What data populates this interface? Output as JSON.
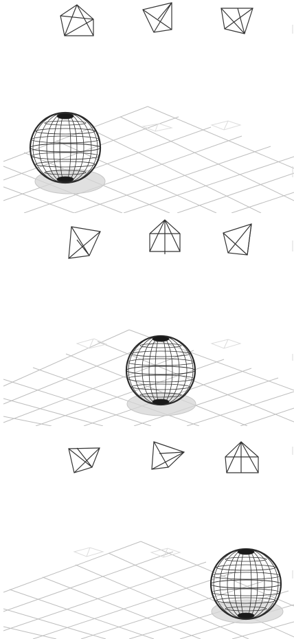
{
  "scene_panels": [
    {
      "id": "panel-1",
      "cameras": [
        "pyramid-camera",
        "pyramid-camera",
        "pyramid-camera"
      ],
      "sphere_position": "left",
      "sphere_style": "wireframe",
      "grid": true
    },
    {
      "id": "panel-2",
      "cameras": [
        "pyramid-camera",
        "pyramid-camera",
        "pyramid-camera"
      ],
      "sphere_position": "center",
      "sphere_style": "wireframe",
      "grid": true
    },
    {
      "id": "panel-3",
      "cameras": [
        "pyramid-camera",
        "pyramid-camera",
        "pyramid-camera"
      ],
      "sphere_position": "right",
      "sphere_style": "wireframe",
      "grid": true
    }
  ],
  "colors": {
    "background": "#ffffff",
    "wireframe": "#2b2b2b",
    "camera": "#333333",
    "grid": "#bdbdbd",
    "shadow": "#d6d6d6"
  }
}
